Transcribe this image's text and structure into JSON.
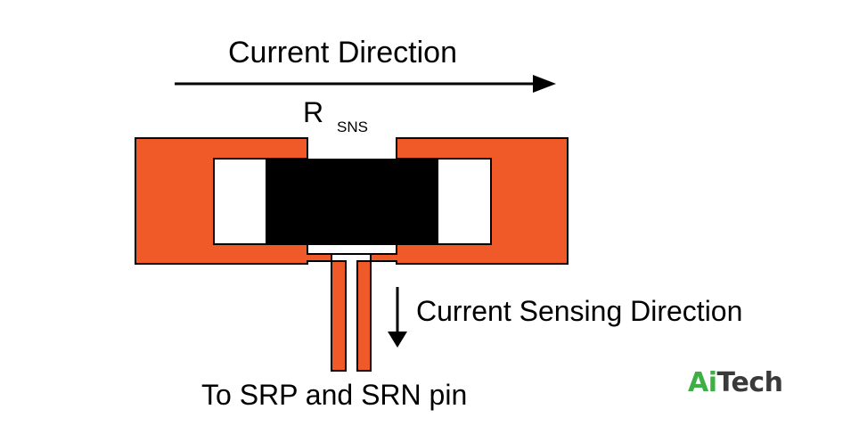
{
  "labels": {
    "current_direction": "Current Direction",
    "resistor_main": "R",
    "resistor_sub": "SNS",
    "sensing_direction": "Current Sensing Direction",
    "pin_label": "To SRP and SRN pin"
  },
  "logo": {
    "part1": "Ai",
    "part2": "Tech",
    "part1_color": "#3cb043",
    "part2_color": "#3a3a3a"
  },
  "colors": {
    "copper": "#f05a28",
    "resistor_body": "#000000",
    "outline": "#000000"
  }
}
